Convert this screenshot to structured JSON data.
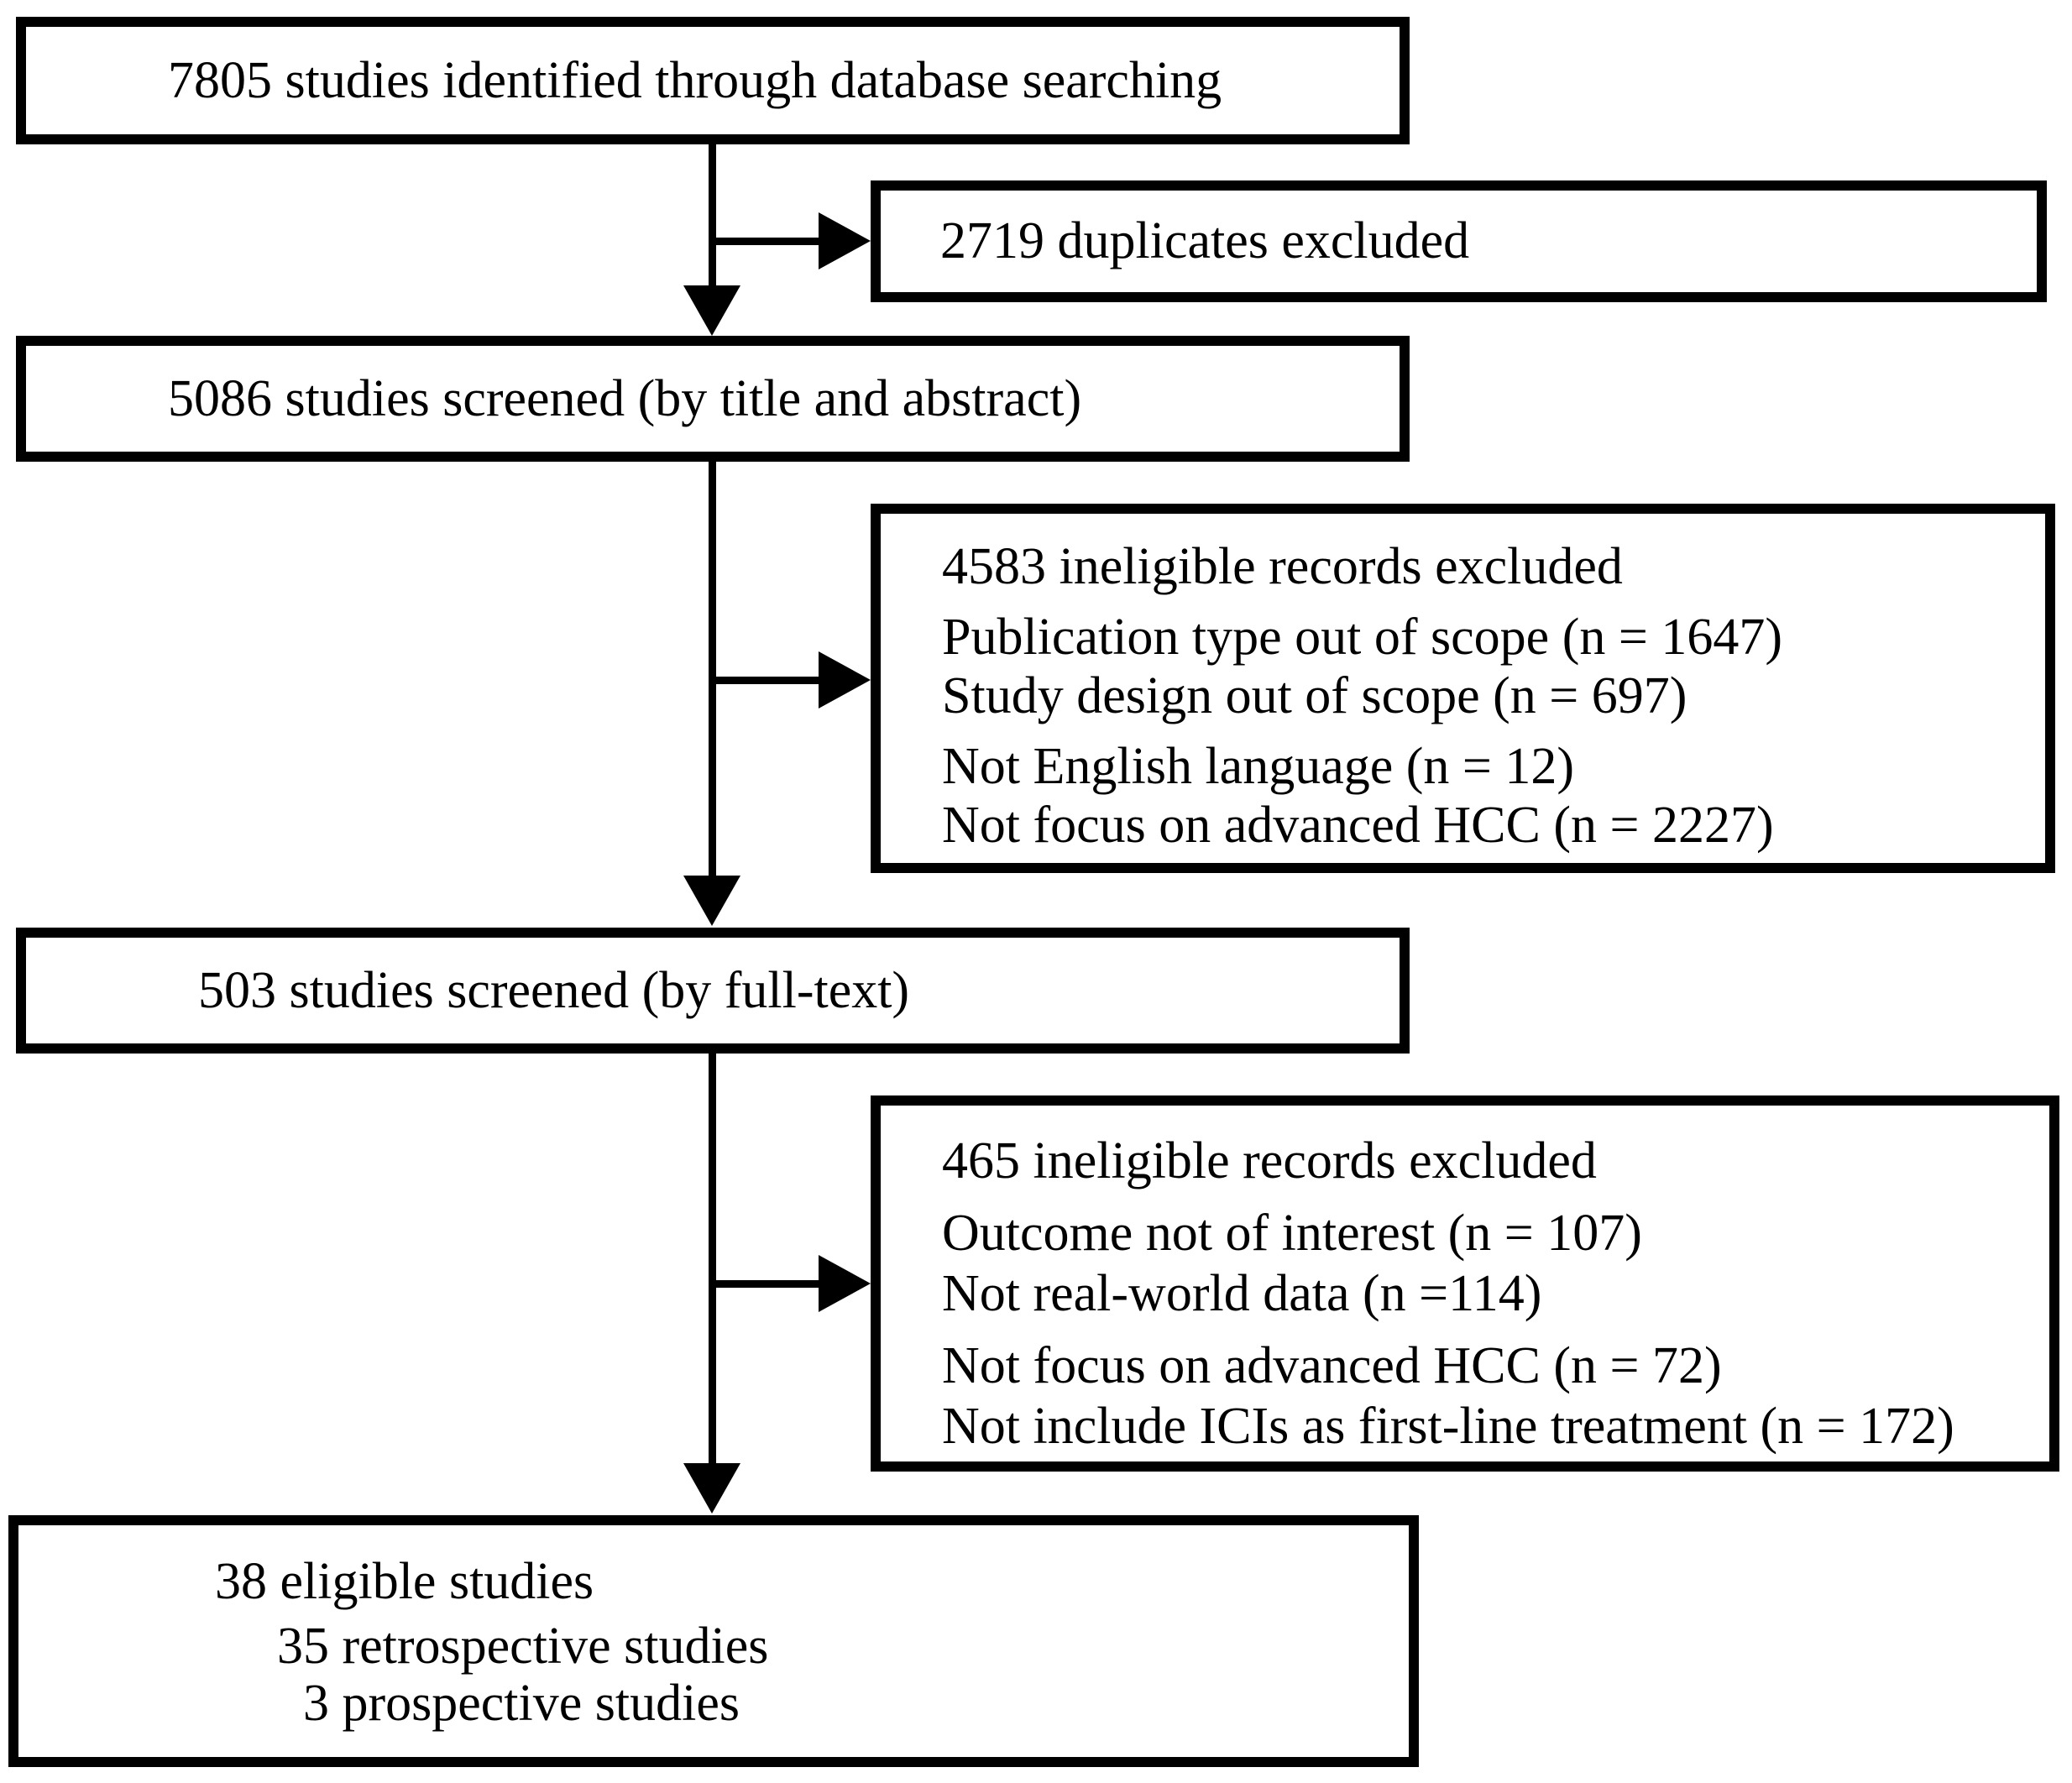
{
  "figure": {
    "type": "prisma-flow-diagram",
    "colors": {
      "line": "#000000",
      "box_fill": "#ffffff",
      "background": "#ffffff",
      "text": "#000000"
    },
    "box_identified": {
      "text": "7805 studies identified through database searching"
    },
    "box_duplicates": {
      "text": "2719 duplicates excluded"
    },
    "box_screened_title_abstract": {
      "text": "5086 studies screened (by title and abstract)"
    },
    "box_excluded_title_abstract": {
      "heading": "4583 ineligible records excluded",
      "reasons": [
        "Publication type out of scope (n = 1647)",
        "Study design out of scope (n = 697)",
        "Not English language (n = 12)",
        "Not focus on advanced HCC (n = 2227)"
      ]
    },
    "box_screened_fulltext": {
      "text": "503 studies screened (by full-text)"
    },
    "box_excluded_fulltext": {
      "heading": "465 ineligible records excluded",
      "reasons": [
        "Outcome not of interest (n = 107)",
        "Not real-world data (n =114)",
        "Not focus on advanced HCC (n = 72)",
        "Not include ICIs as first-line treatment (n = 172)"
      ]
    },
    "box_eligible": {
      "heading": "38 eligible studies",
      "sub_lines": [
        "35 retrospective studies",
        "3 prospective studies"
      ]
    }
  }
}
